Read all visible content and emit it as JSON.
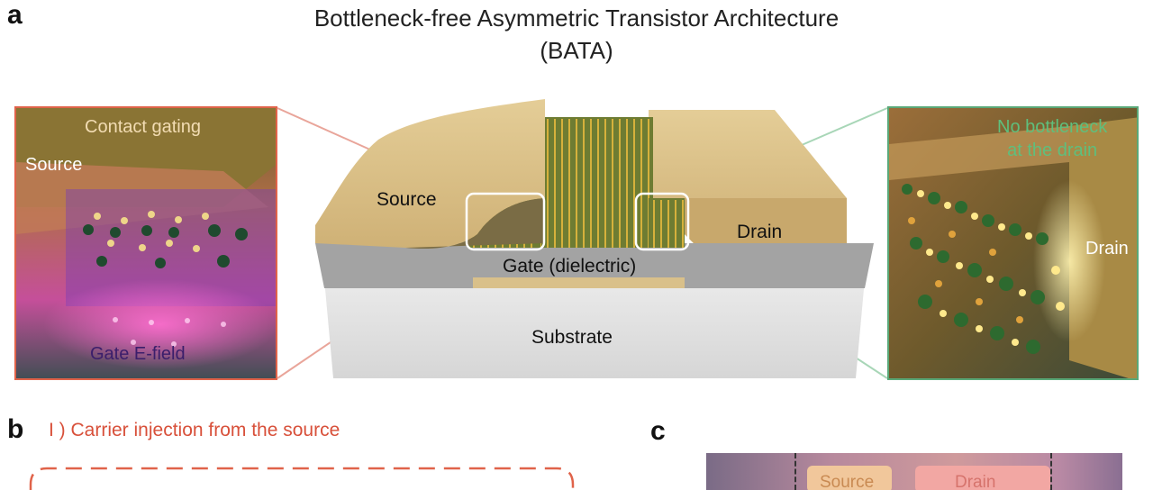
{
  "panel_a": {
    "letter": "a",
    "title_line1": "Bottleneck-free Asymmetric Transistor Architecture",
    "title_line2": "(BATA)",
    "left_inset": {
      "contact_gating": "Contact gating",
      "source": "Source",
      "gate_field": "Gate E-field"
    },
    "device": {
      "source": "Source",
      "drain": "Drain",
      "gate": "Gate (dielectric)",
      "substrate": "Substrate"
    },
    "right_inset": {
      "no_bottleneck_line1": "No bottleneck",
      "no_bottleneck_line2": "at the drain",
      "drain": "Drain"
    },
    "colors": {
      "left_accent": "#e0634a",
      "right_accent": "#5aa878",
      "metal": "#d4b97e",
      "gate_layer": "#9e9e9e",
      "substrate": "#e3e3e3"
    }
  },
  "panel_b": {
    "letter": "b",
    "heading": "I ) Carrier injection from the source"
  },
  "panel_c": {
    "letter": "c",
    "source": "Source",
    "drain": "Drain"
  }
}
